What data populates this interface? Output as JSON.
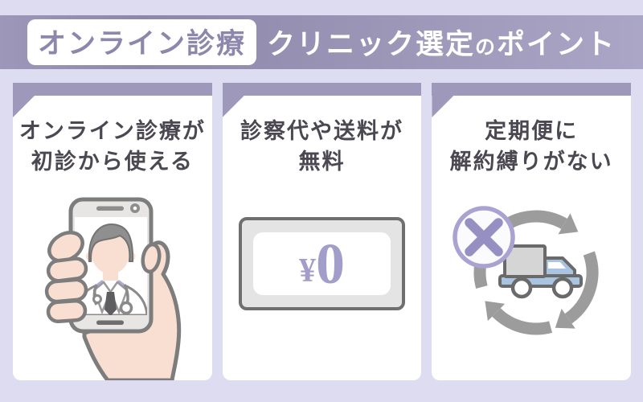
{
  "header": {
    "badge": "オンライン診療",
    "title_prefix": "クリニック選定",
    "title_particle": "の",
    "title_suffix": "ポイント"
  },
  "cards": [
    {
      "icon": "smartphone-doctor-icon",
      "title_line1": "オンライン診療が",
      "title_line2": "初診から使える"
    },
    {
      "icon": "zero-yen-bill-icon",
      "title_line1": "診察代や送料が",
      "title_line2": "無料",
      "price_currency": "¥",
      "price_amount": "0"
    },
    {
      "icon": "no-cancellation-cycle-icon",
      "title_line1": "定期便に",
      "title_line2": "解約縛りがない"
    }
  ],
  "colors": {
    "background": "#dedcf1",
    "banner_purple": "#8d87a9",
    "banner_purple_light": "#aba6c6",
    "banner_purple_light2": "#9d97b9",
    "card_header_purple": "#9e98bb",
    "badge_text_purple": "#8d87ac",
    "title_text": "#ffffff",
    "card_text": "#4b4852",
    "accent_purple": "#a39dca",
    "gray_outline": "#7d7d7d",
    "skin": "#f8dfd2",
    "truck_blue": "#a9c4e0",
    "arrow_gray": "#9c9c9c"
  }
}
